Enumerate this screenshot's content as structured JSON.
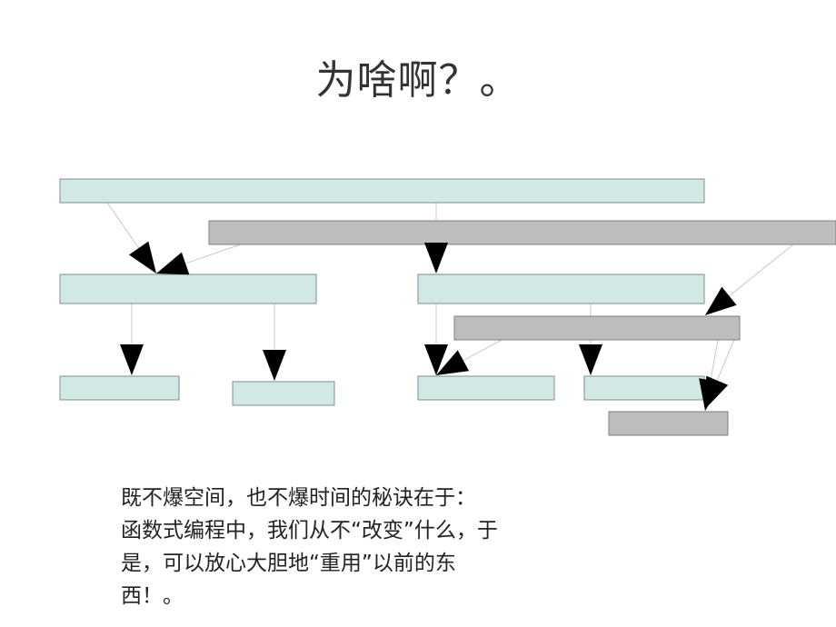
{
  "title": "为啥啊？。",
  "colors": {
    "node_fill": "#d2e8e4",
    "node_stroke": "#7a8f8c",
    "shared_fill": "#bdbdbd",
    "shared_stroke": "#7f7f7f",
    "edge": "#c8c8c8",
    "arrow": "#000000",
    "text": "#333333"
  },
  "diagram": {
    "nodes": [
      {
        "id": "old-root",
        "kind": "old"
      },
      {
        "id": "new-root",
        "kind": "shared"
      },
      {
        "id": "left-child",
        "kind": "old"
      },
      {
        "id": "right-child",
        "kind": "old"
      },
      {
        "id": "new-right-child",
        "kind": "shared"
      },
      {
        "id": "leaf-1",
        "kind": "old"
      },
      {
        "id": "leaf-2",
        "kind": "old"
      },
      {
        "id": "leaf-3",
        "kind": "old"
      },
      {
        "id": "leaf-4",
        "kind": "old"
      },
      {
        "id": "new-leaf",
        "kind": "shared"
      }
    ],
    "edges": [
      {
        "from": "old-root",
        "to": "left-child"
      },
      {
        "from": "new-root",
        "to": "left-child"
      },
      {
        "from": "old-root",
        "to": "right-child"
      },
      {
        "from": "new-root",
        "to": "new-right-child"
      },
      {
        "from": "left-child",
        "to": "leaf-1"
      },
      {
        "from": "left-child",
        "to": "leaf-2"
      },
      {
        "from": "right-child",
        "to": "leaf-3"
      },
      {
        "from": "new-right-child",
        "to": "leaf-3"
      },
      {
        "from": "right-child",
        "to": "leaf-4"
      },
      {
        "from": "new-right-child",
        "to": "leaf-4"
      },
      {
        "from": "new-right-child",
        "to": "new-leaf"
      }
    ]
  },
  "caption": {
    "line1": "既不爆空间，也不爆时间的秘诀在于：",
    "line2": "函数式编程中，我们从不“改变”什么，于",
    "line3": "是，可以放心大胆地“重用”以前的东",
    "line4": "西！。"
  }
}
